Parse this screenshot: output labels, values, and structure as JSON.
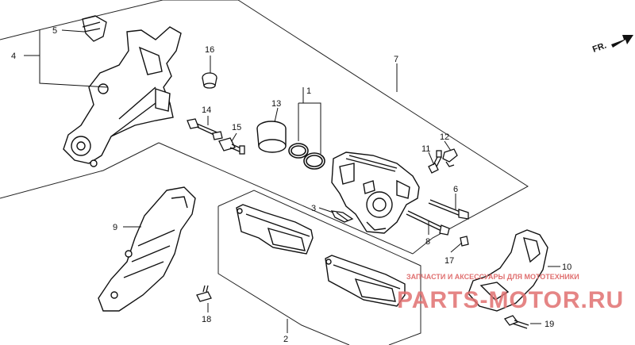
{
  "diagram": {
    "direction_label": "FR.",
    "callouts": [
      {
        "id": "c1",
        "text": "1"
      },
      {
        "id": "c2",
        "text": "2"
      },
      {
        "id": "c3",
        "text": "3"
      },
      {
        "id": "c4",
        "text": "4"
      },
      {
        "id": "c5",
        "text": "5"
      },
      {
        "id": "c6",
        "text": "6"
      },
      {
        "id": "c7",
        "text": "7"
      },
      {
        "id": "c8",
        "text": "8"
      },
      {
        "id": "c9",
        "text": "9"
      },
      {
        "id": "c10",
        "text": "10"
      },
      {
        "id": "c11",
        "text": "11"
      },
      {
        "id": "c12",
        "text": "12"
      },
      {
        "id": "c13",
        "text": "13"
      },
      {
        "id": "c14",
        "text": "14"
      },
      {
        "id": "c15",
        "text": "15"
      },
      {
        "id": "c16",
        "text": "16"
      },
      {
        "id": "c17",
        "text": "17"
      },
      {
        "id": "c18",
        "text": "18"
      },
      {
        "id": "c19",
        "text": "19"
      }
    ]
  },
  "watermark": {
    "tagline": "ЗАПЧАСТИ И АКСЕССУАРЫ ДЛЯ МОТОТЕХНИКИ",
    "brand": "PARTS-MOTOR.RU",
    "color": "#e07070"
  }
}
